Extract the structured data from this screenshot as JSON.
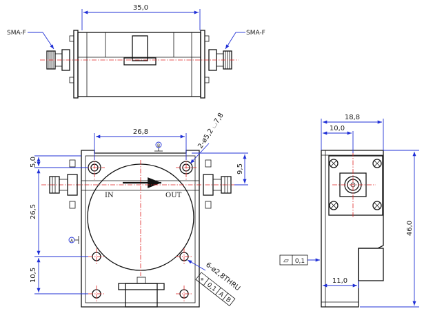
{
  "top_view": {
    "dim_width": "35,0",
    "connector_left": "SMA-F",
    "connector_right": "SMA-F"
  },
  "front_view": {
    "dim_hole_spacing": "26,8",
    "dim_top_offset": "5,0",
    "dim_height_upper": "26,5",
    "dim_height_lower": "10,5",
    "dim_right": "9,5",
    "hole_callout_top": "2-ø5,2 ⌴7,8",
    "hole_callout_bottom": "6-ø2,8THRU",
    "tolerance_symbol": "⌖",
    "tolerance_value": "0,1",
    "datum_a": "A",
    "datum_b": "B",
    "datum_marker_b": "B",
    "datum_marker_a": "A",
    "port_in": "IN",
    "port_out": "OUT"
  },
  "side_view": {
    "dim_total_width": "18,8",
    "dim_half_width": "10,0",
    "dim_height": "46,0",
    "dim_bottom_width": "11,0",
    "flatness_symbol": "▱",
    "flatness_value": "0,1"
  }
}
